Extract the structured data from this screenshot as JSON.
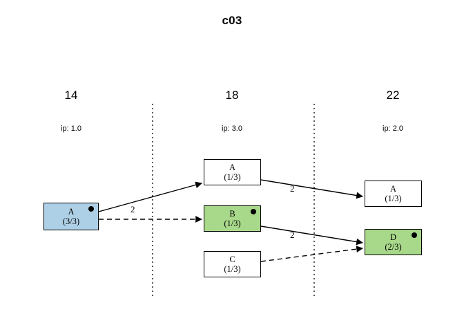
{
  "title": "c03",
  "colors": {
    "node_blue": "#aed0e6",
    "node_green": "#a8d98a",
    "node_white": "#ffffff",
    "stroke": "#000000",
    "background": "#ffffff"
  },
  "columns": [
    {
      "header": "14",
      "ip": "ip: 1.0"
    },
    {
      "header": "18",
      "ip": "ip: 3.0"
    },
    {
      "header": "22",
      "ip": "ip: 2.0"
    }
  ],
  "nodes": [
    {
      "id": "n0",
      "name": "A",
      "count": "(3/3)",
      "column": 0,
      "fill": "blue",
      "marker": true
    },
    {
      "id": "n1",
      "name": "A",
      "count": "(1/3)",
      "column": 1,
      "fill": "white",
      "marker": false
    },
    {
      "id": "n2",
      "name": "B",
      "count": "(1/3)",
      "column": 1,
      "fill": "green",
      "marker": true
    },
    {
      "id": "n3",
      "name": "C",
      "count": "(1/3)",
      "column": 1,
      "fill": "white",
      "marker": false
    },
    {
      "id": "n4",
      "name": "A",
      "count": "(1/3)",
      "column": 2,
      "fill": "white",
      "marker": false
    },
    {
      "id": "n5",
      "name": "D",
      "count": "(2/3)",
      "column": 2,
      "fill": "green",
      "marker": true
    }
  ],
  "edges": [
    {
      "from": "n0",
      "to": "n1",
      "style": "solid",
      "label": "2"
    },
    {
      "from": "n0",
      "to": "n2",
      "style": "dashed",
      "label": ""
    },
    {
      "from": "n1",
      "to": "n4",
      "style": "solid",
      "label": "2"
    },
    {
      "from": "n2",
      "to": "n5",
      "style": "solid",
      "label": "2"
    },
    {
      "from": "n3",
      "to": "n5",
      "style": "dashed",
      "label": ""
    }
  ],
  "edge_labels": [
    {
      "text": "2"
    },
    {
      "text": "2"
    },
    {
      "text": "2"
    }
  ]
}
